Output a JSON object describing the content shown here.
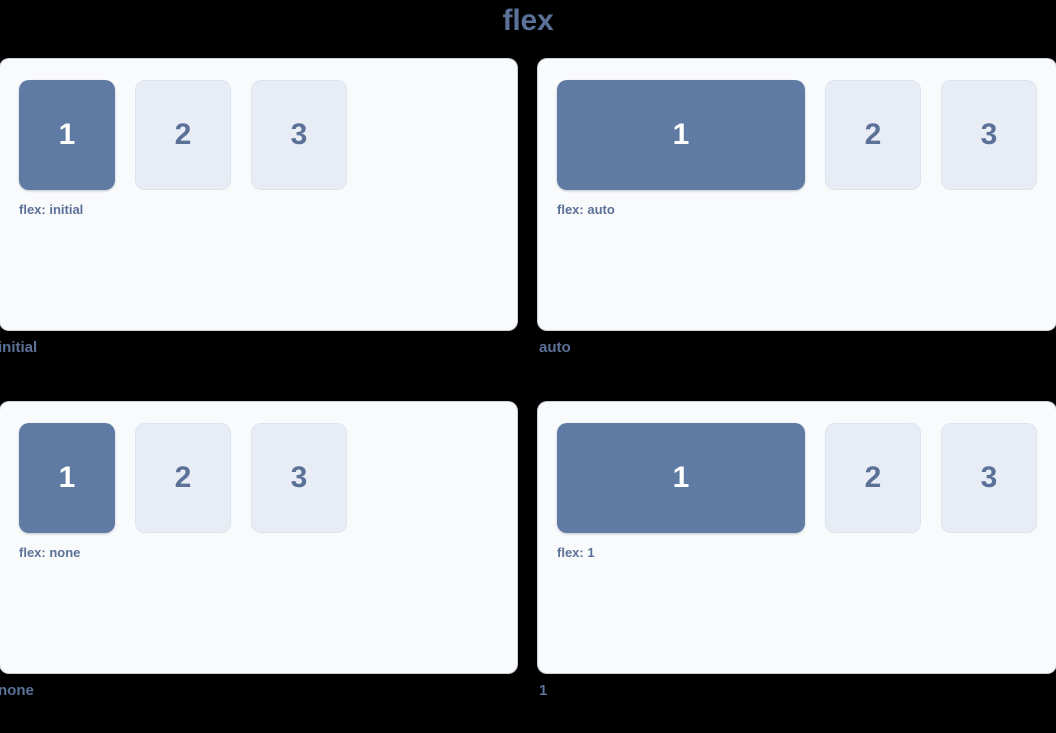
{
  "title": "flex",
  "colors": {
    "background": "#000000",
    "panel_background": "#f9fafc",
    "primary_box": "#5f7ba3",
    "muted_box": "#e8edf5",
    "accent_text": "#5b7198",
    "primary_box_text": "#ffffff"
  },
  "panels": [
    {
      "id": "initial",
      "caption": "initial",
      "label": "flex: initial",
      "flex_value": "initial",
      "boxes": [
        {
          "number": "1",
          "style": "primary"
        },
        {
          "number": "2",
          "style": "muted"
        },
        {
          "number": "3",
          "style": "muted"
        }
      ]
    },
    {
      "id": "auto",
      "caption": "auto",
      "label": "flex: auto",
      "flex_value": "auto",
      "boxes": [
        {
          "number": "1",
          "style": "primary"
        },
        {
          "number": "2",
          "style": "muted"
        },
        {
          "number": "3",
          "style": "muted"
        }
      ]
    },
    {
      "id": "none",
      "caption": "none",
      "label": "flex: none",
      "flex_value": "none",
      "boxes": [
        {
          "number": "1",
          "style": "primary"
        },
        {
          "number": "2",
          "style": "muted"
        },
        {
          "number": "3",
          "style": "muted"
        }
      ]
    },
    {
      "id": "one",
      "caption": "1",
      "label": "flex: 1",
      "flex_value": "1",
      "boxes": [
        {
          "number": "1",
          "style": "primary"
        },
        {
          "number": "2",
          "style": "muted"
        },
        {
          "number": "3",
          "style": "muted"
        }
      ]
    }
  ]
}
